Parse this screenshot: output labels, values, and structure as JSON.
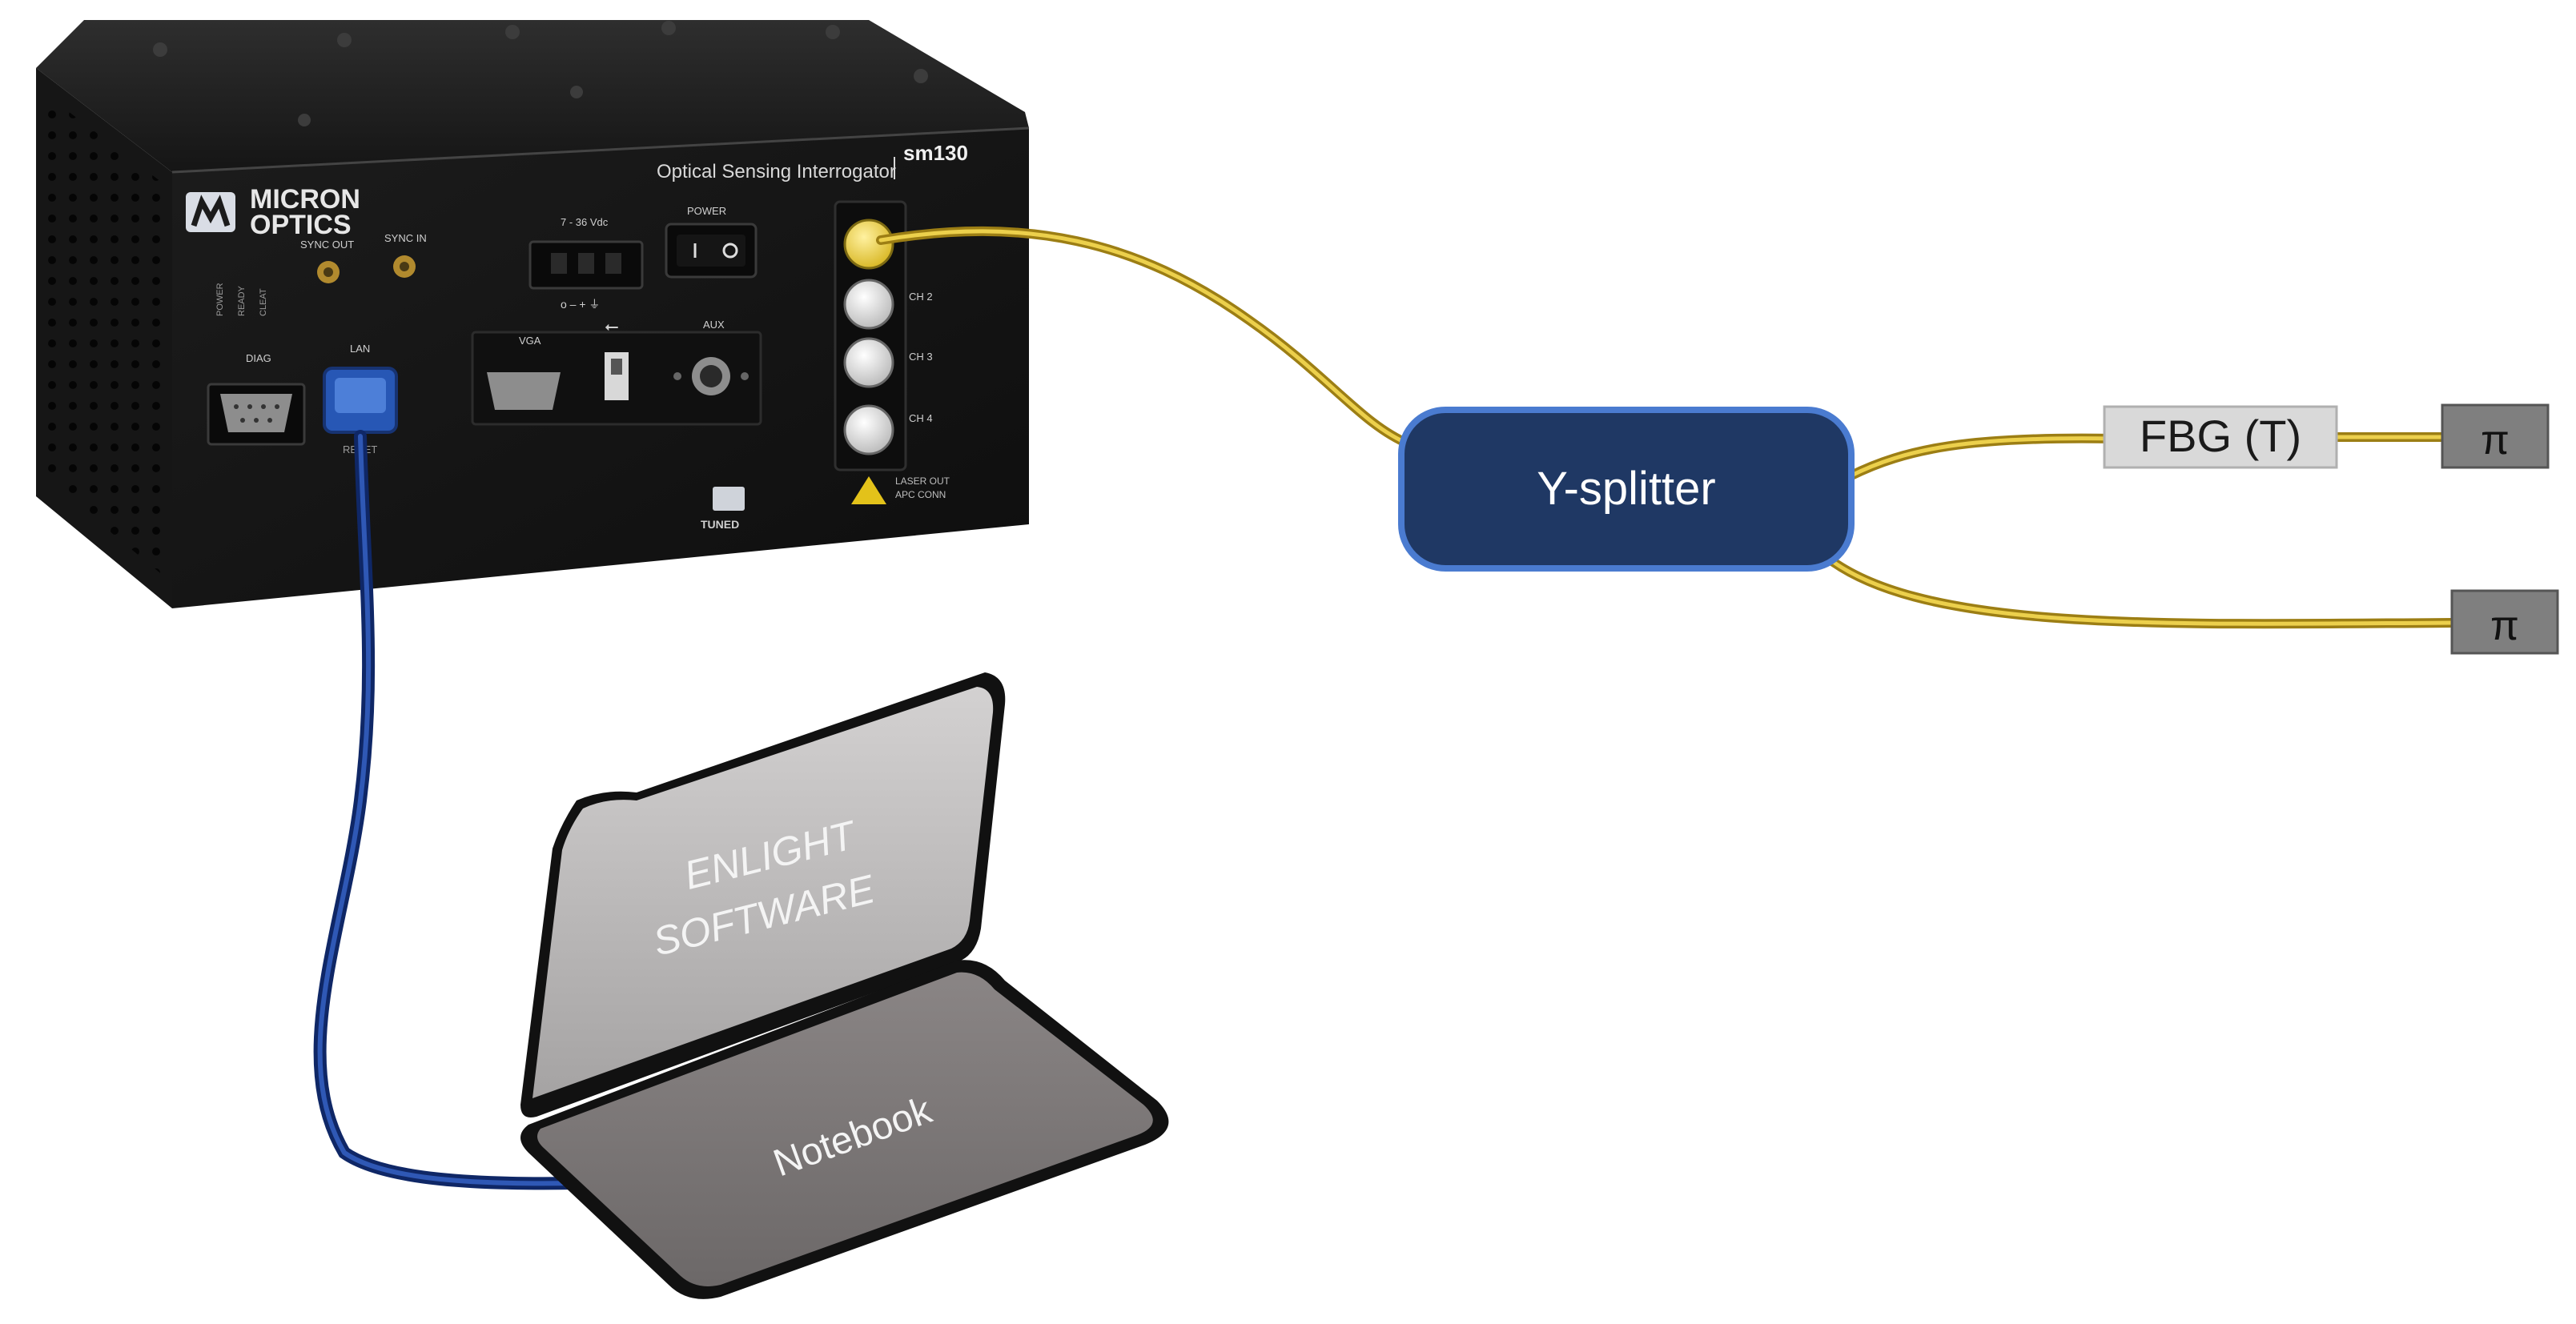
{
  "interrogator": {
    "brand_line1": "MICRON",
    "brand_line2": "OPTICS",
    "product_label": "Optical Sensing Interrogator",
    "model": "sm130",
    "power_in_label": "7 - 36 Vdc",
    "power_switch_label": "POWER",
    "sync_out_label": "SYNC OUT",
    "sync_in_label": "SYNC IN",
    "diag_label": "DIAG",
    "lan_label": "LAN",
    "reset_label": "RESET",
    "vga_label": "VGA",
    "aux_label": "AUX",
    "status_leds": [
      "POWER",
      "READY",
      "CLEAT"
    ],
    "channels": [
      "CH 2",
      "CH 3",
      "CH 4"
    ],
    "laser_label_line1": "LASER OUT",
    "laser_label_line2": "APC CONN",
    "tuned_label": "TUNED"
  },
  "splitter": {
    "label": "Y-splitter"
  },
  "fbg": {
    "label": "FBG (T)"
  },
  "terminators": [
    "π",
    "π"
  ],
  "notebook": {
    "screen_line1": "ENLIGHT",
    "screen_line2": "SOFTWARE",
    "base_label": "Notebook"
  },
  "colors": {
    "fiber": "#d9b930",
    "lan_cable": "#1f3e8c",
    "splitter_fill": "#1f3864",
    "splitter_border": "#4a7bd0",
    "chassis": "#1b1b1b"
  }
}
